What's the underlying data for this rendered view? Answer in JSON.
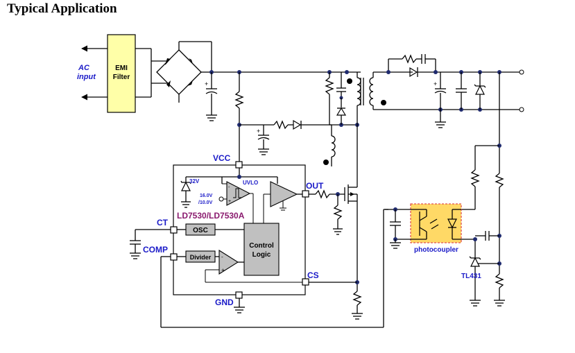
{
  "title": "Typical Application",
  "labels": {
    "ac_input_1": "AC",
    "ac_input_2": "input",
    "emi_1": "EMI",
    "emi_2": "Filter",
    "vcc": "VCC",
    "out": "OUT",
    "ct": "CT",
    "comp": "COMP",
    "cs": "CS",
    "gnd": "GND",
    "chip": "LD7530/LD7530A",
    "osc": "OSC",
    "divider": "Divider",
    "control_1": "Control",
    "control_2": "Logic",
    "uvlo": "UVLO",
    "zener": "32V",
    "thresh_1": "16.0V",
    "thresh_2": "/10.0V",
    "photocoupler": "photocoupler",
    "tl431": "TL431",
    "minus": "-",
    "plus": "+",
    "cap_plus": "+"
  },
  "colors": {
    "blue_label": "#1a1ac8",
    "purple_label": "#8a1a6e",
    "emi_fill": "#ffffa8",
    "block_gray": "#c0c0c0",
    "photocoupler_fill": "#ffd966",
    "photocoupler_border": "#e05050"
  }
}
